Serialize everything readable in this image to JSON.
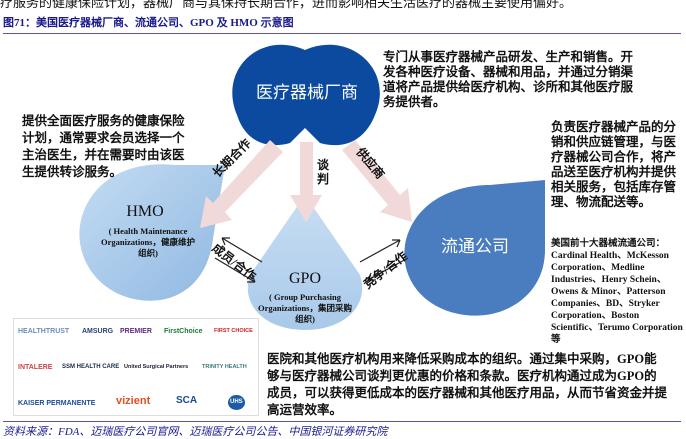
{
  "top_text": "疗服务的健康保险计划，器械厂商与其保持长期合作，进而影响相关生活医疗的器械主要使用偏好。",
  "title": "图71：美国医疗器械厂商、流通公司、GPO 及 HMO 示意图",
  "nodes": {
    "manufacturer": "医疗器械厂商",
    "hmo": "HMO",
    "hmo_sub": "( Health Maintenance Organizations，健康维护组织)",
    "gpo": "GPO",
    "gpo_sub": "( Group Purchasing Organizations，集团采购组织)",
    "distributor": "流通公司"
  },
  "arrows": {
    "long_term": "长期合作",
    "negotiate": "谈判",
    "supplier": "供应商",
    "member": "成员/合作",
    "compete": "竞争/合作"
  },
  "descriptions": {
    "manufacturer": "专门从事医疗器械产品研发、生产和销售。开发各种医疗设备、器械和用品，并通过分销渠道将产品提供给医疗机构、诊所和其他医疗服务提供者。",
    "hmo": "提供全面医疗服务的健康保险计划，通常要求会员选择一个主治医生，并在需要时由该医生提供转诊服务。",
    "distributor": "负责医疗器械产品的分销和供应链管理，与医疗器械公司合作，将产品送至医疗机构并提供相关服务，包括库存管理、物流配送等。",
    "distributor_list": "美国前十大器械流通公司：Cardinal Health、McKesson Corporation、Medline Industries、Henry Schein、Owens & Minor、Patterson Companies、BD、Stryker Corporation、Boston Scientific、Terumo Corporation等",
    "gpo": "医院和其他医疗机构用来降低采购成本的组织。通过集中采购，GPO能够与医疗器械公司谈判更优惠的价格和条款。医疗机构通过成为GPO的成员，可以获得更低成本的医疗器械和其他医疗用品，从而节省资金并提高运营效率。"
  },
  "logos": [
    "HEALTHTRUST",
    "AMSURG",
    "PREMIER",
    "FirstChoice",
    "FIRST CHOICE",
    "INTALERE",
    "SSM HEALTH CARE",
    "United Surgical Partners",
    "TRINITY HEALTH",
    "KAISER PERMANENTE",
    "vizient",
    "SCA",
    "UHS"
  ],
  "source": "资料来源：FDA、迈瑞医疗公司官网、迈瑞医疗公司公告、中国银河证券研究院",
  "colors": {
    "dark_blue": "#0b4a9e",
    "light_blue": "#9cc3e6",
    "mid_blue": "#4a7cc0",
    "arrow": "#f2d9d9",
    "rule": "#5a54a8"
  }
}
